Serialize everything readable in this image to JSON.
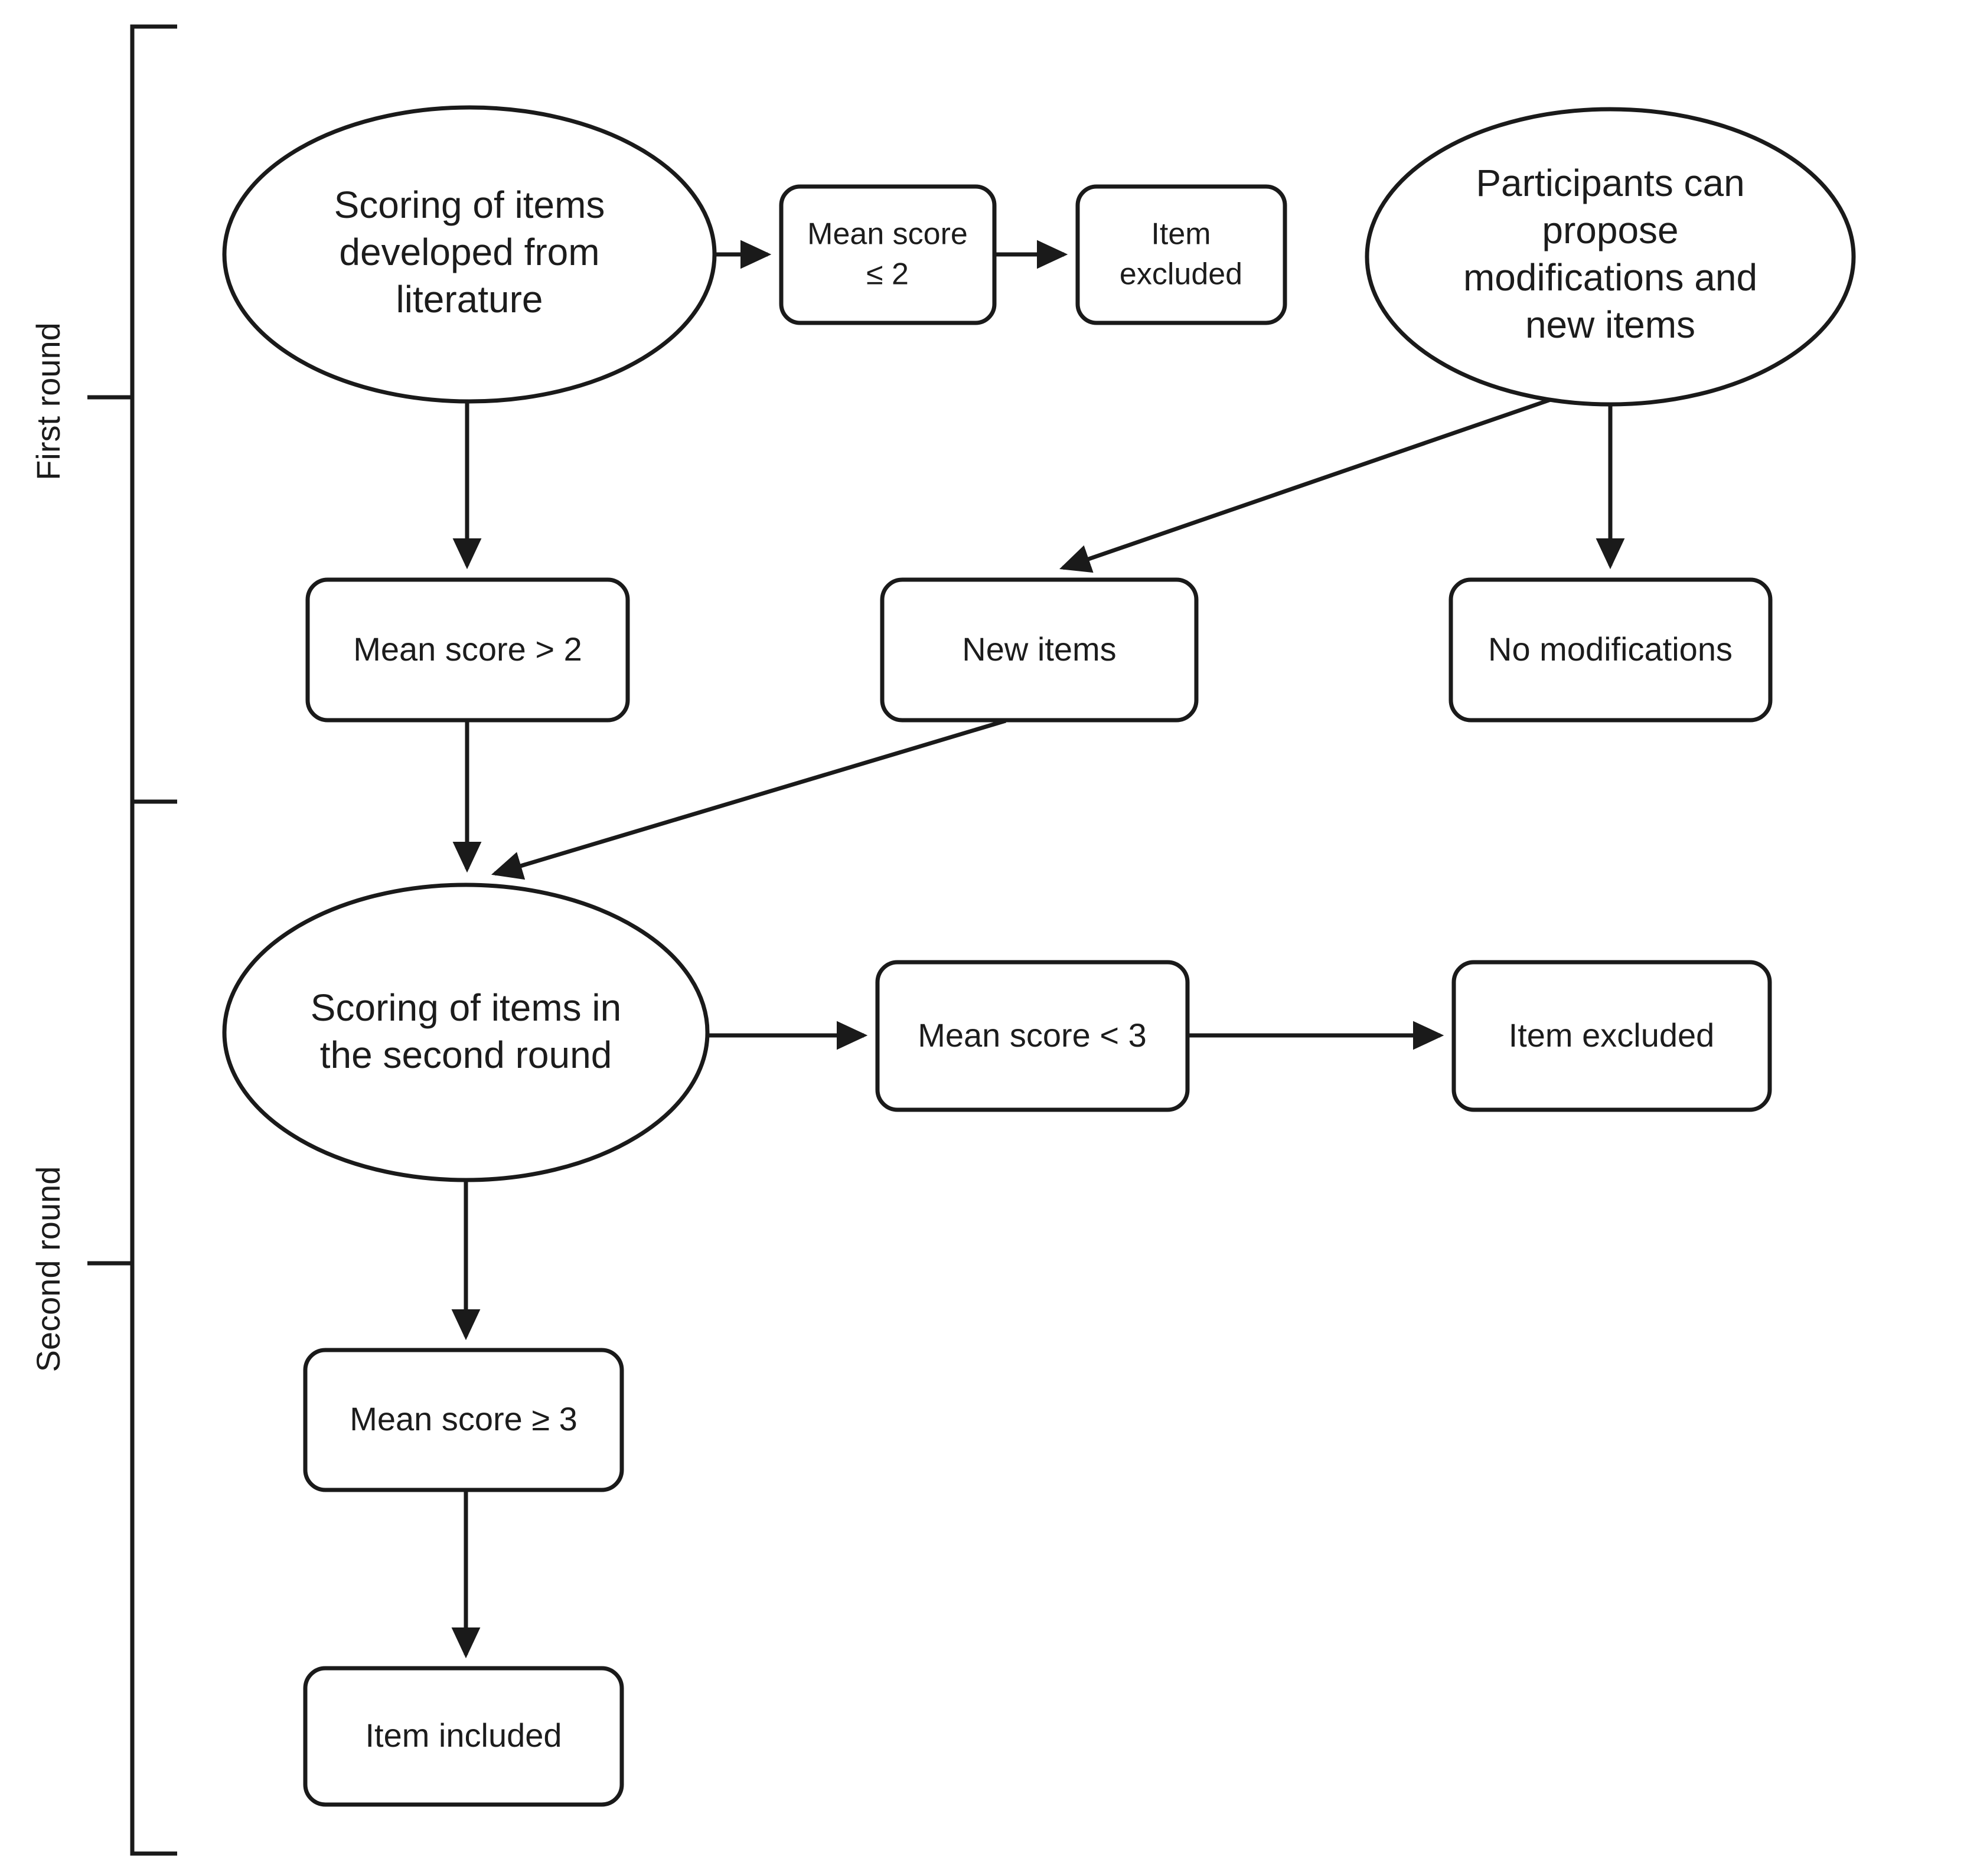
{
  "diagram": {
    "colors": {
      "ink": "#1a1a1a",
      "background": "#ffffff"
    },
    "round_labels": {
      "first": "First round",
      "second": "Second round"
    },
    "ellipses": {
      "scoring_literature": {
        "line1": "Scoring of items",
        "line2": "developed from",
        "line3": "literature"
      },
      "participants": {
        "line1": "Participants can",
        "line2": "propose",
        "line3": "modifications and",
        "line4": "new items"
      },
      "scoring_second_round": {
        "line1": "Scoring of items in",
        "line2": "the second round"
      }
    },
    "boxes": {
      "mean_score_le_2": {
        "line1": "Mean score",
        "line2": "≤ 2"
      },
      "item_excluded_first": {
        "line1": "Item",
        "line2": "excluded"
      },
      "mean_score_gt_2": {
        "label": "Mean score > 2"
      },
      "new_items": {
        "label": "New items"
      },
      "no_modifications": {
        "label": "No modifications"
      },
      "mean_score_lt_3": {
        "label": "Mean score < 3"
      },
      "item_excluded_second": {
        "label": "Item excluded"
      },
      "mean_score_ge_3": {
        "label": "Mean score ≥ 3"
      },
      "item_included": {
        "label": "Item included"
      }
    }
  }
}
